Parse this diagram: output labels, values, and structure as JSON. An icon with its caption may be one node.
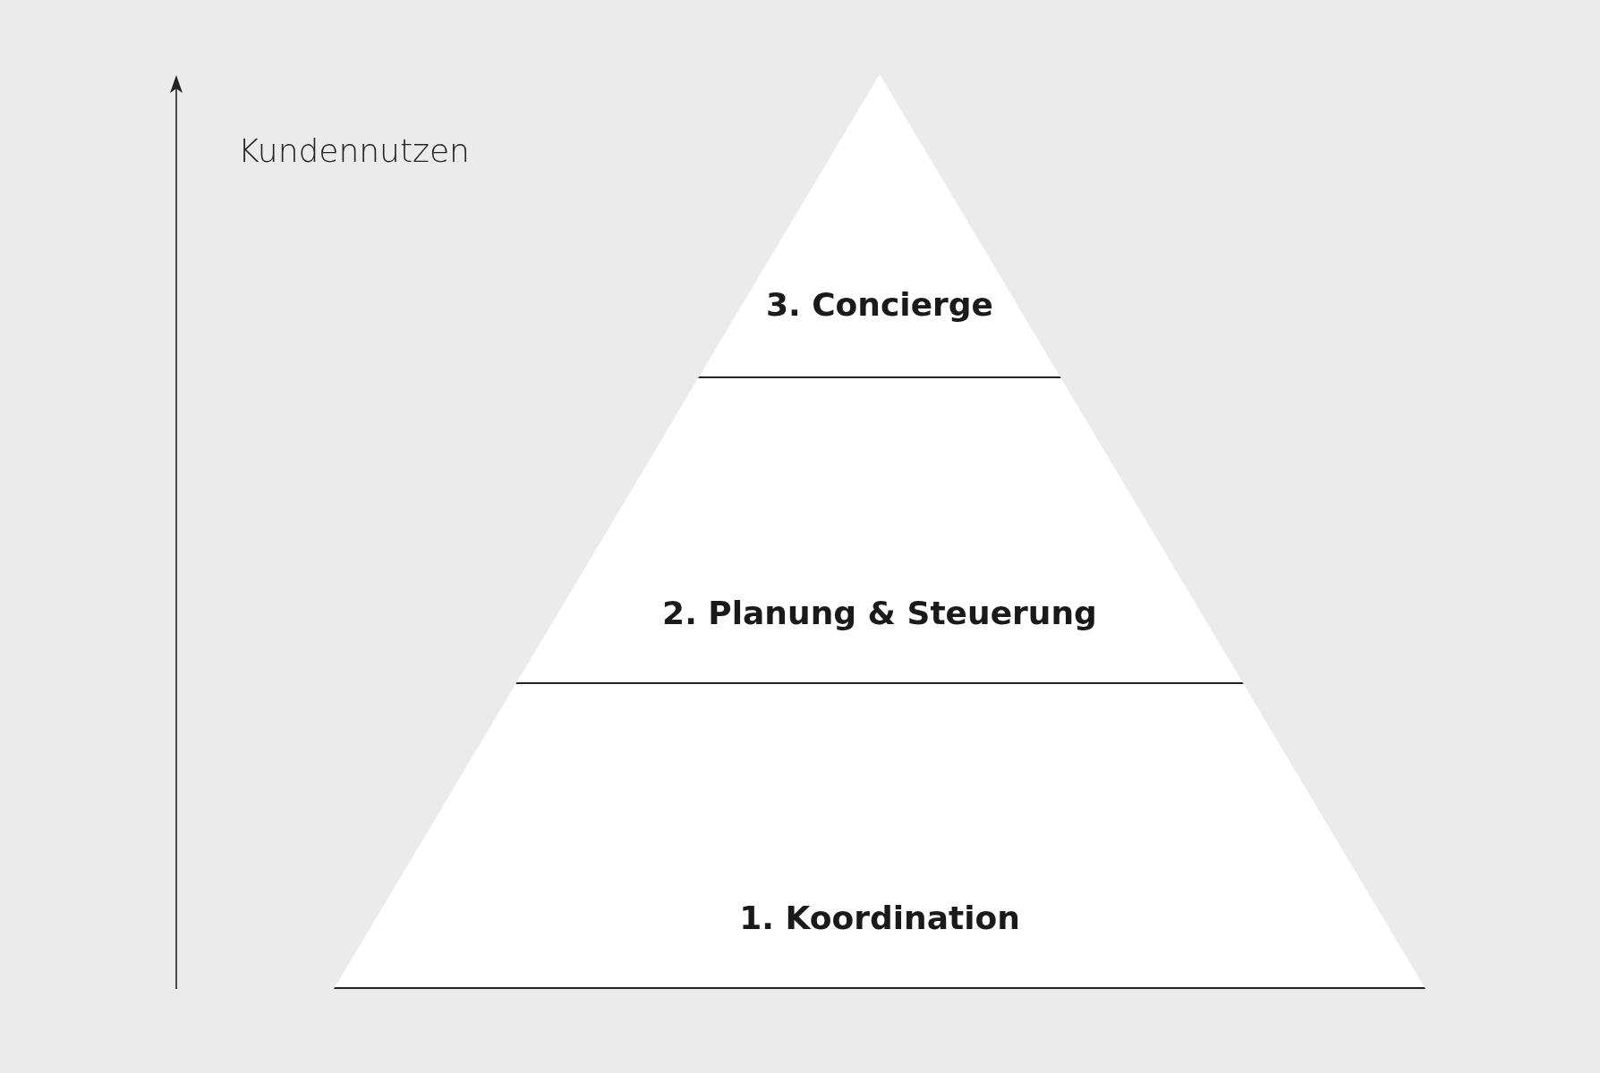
{
  "diagram": {
    "nodes": [
      {
        "text": [
          "3. Concierge"
        ]
      },
      {
        "text": [
          "2. Planung & Steuerung"
        ]
      },
      {
        "text": [
          "1. Koordination"
        ]
      }
    ],
    "labels": [
      "Kundennutzen"
    ]
  }
}
